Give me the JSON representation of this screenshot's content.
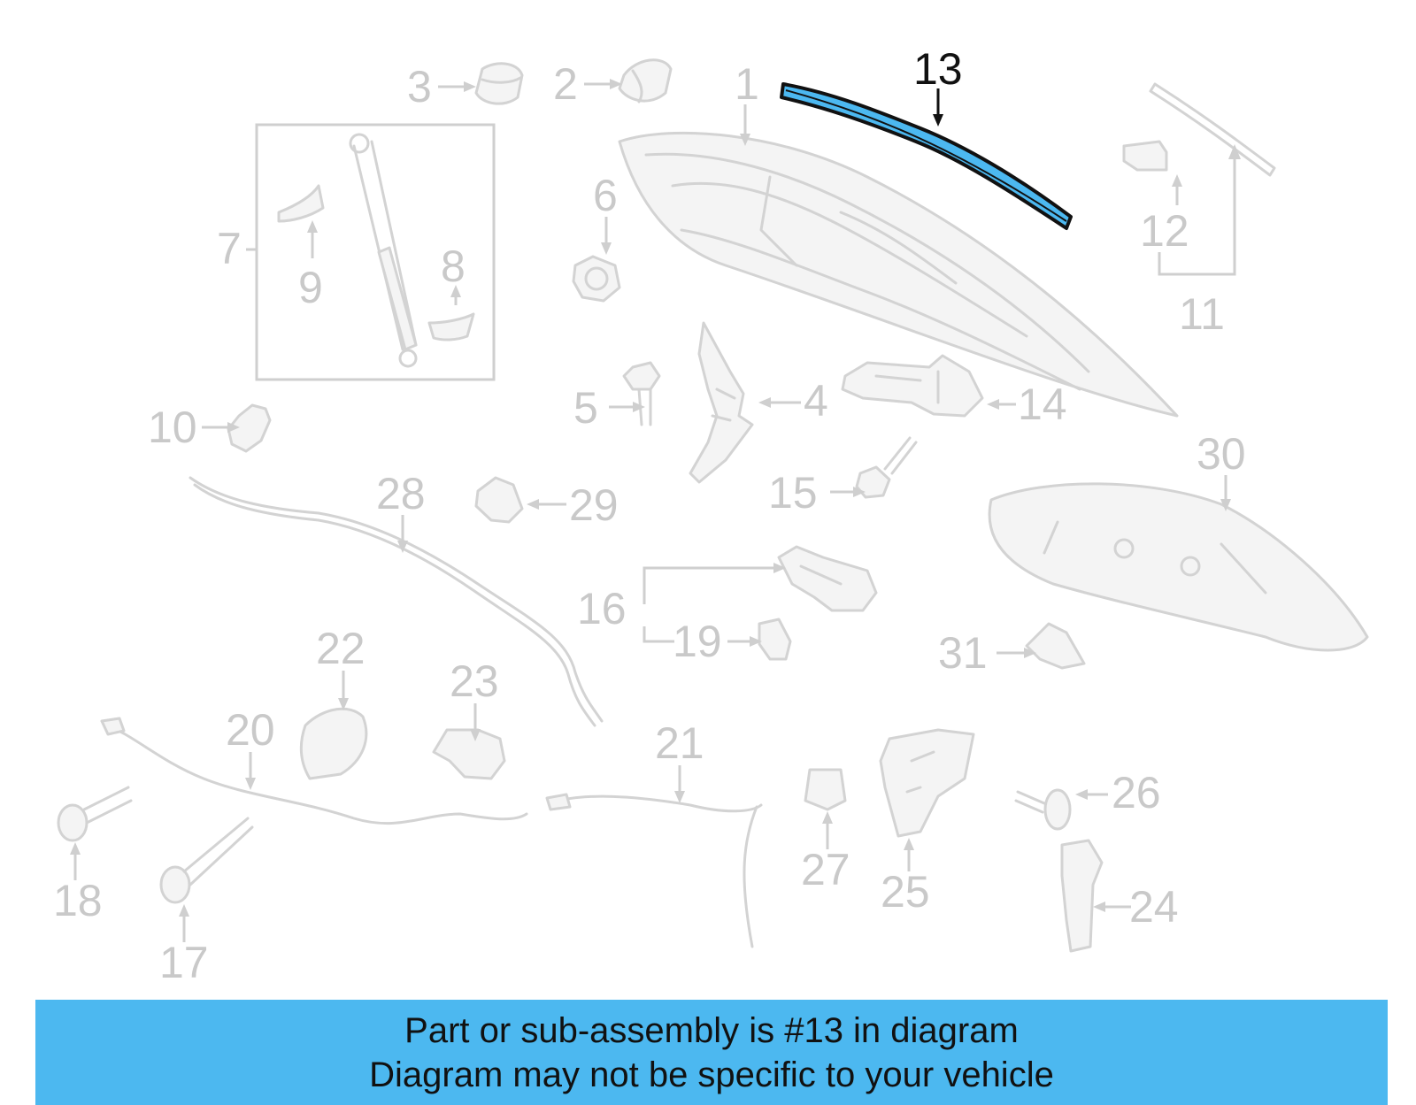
{
  "diagram": {
    "highlighted_part": "13",
    "highlight_color": "#4cb8f0",
    "callouts": [
      "1",
      "2",
      "3",
      "4",
      "5",
      "6",
      "7",
      "8",
      "9",
      "10",
      "11",
      "12",
      "13",
      "14",
      "15",
      "16",
      "17",
      "18",
      "19",
      "20",
      "21",
      "22",
      "23",
      "24",
      "25",
      "26",
      "27",
      "28",
      "29",
      "30",
      "31"
    ]
  },
  "banner": {
    "line1": "Part or sub-assembly is #13 in diagram",
    "line2": "Diagram may not be specific to your vehicle",
    "background_color": "#4cb8f0"
  }
}
